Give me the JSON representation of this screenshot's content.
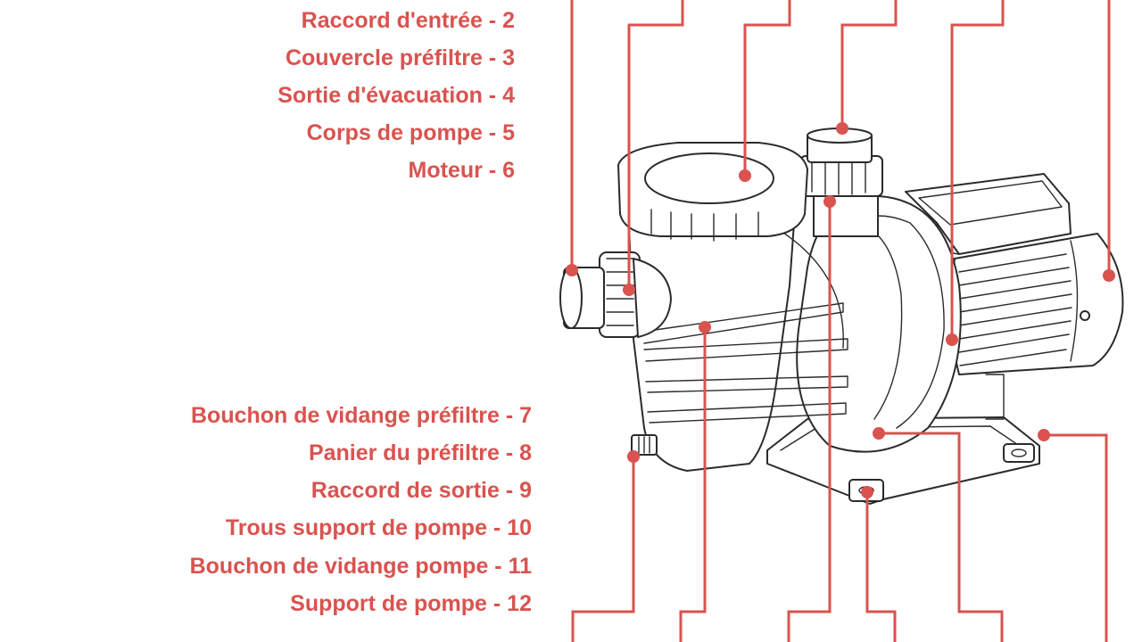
{
  "accent_color": "#d9534f",
  "labels_top": [
    "Raccord d'entrée - 2",
    "Couvercle préfiltre - 3",
    "Sortie d'évacuation - 4",
    "Corps de pompe - 5",
    "Moteur - 6"
  ],
  "labels_bottom": [
    "Bouchon de vidange préfiltre - 7",
    "Panier du préfiltre - 8",
    "Raccord de sortie - 9",
    "Trous support de pompe - 10",
    "Bouchon de vidange pompe - 11",
    "Support de pompe - 12"
  ]
}
